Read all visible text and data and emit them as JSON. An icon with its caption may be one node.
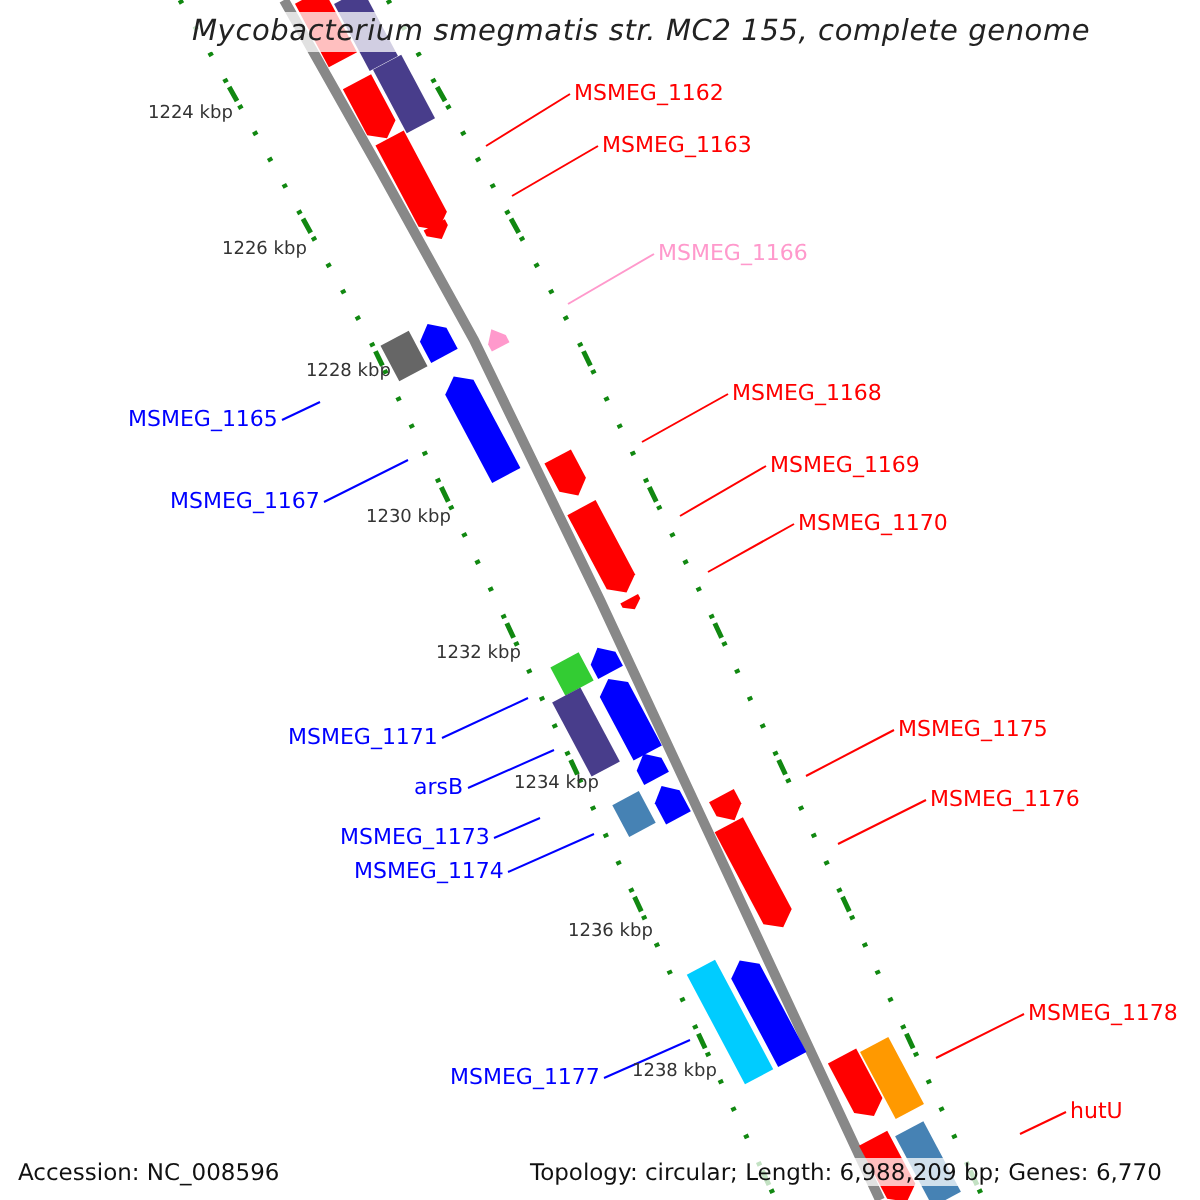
{
  "diagram": {
    "title": "Mycobacterium smegmatis str. MC2 155, complete genome",
    "nodes": [
      {
        "text": [
          "MSMEG_1162"
        ]
      },
      {
        "text": [
          "MSMEG_1163"
        ]
      },
      {
        "text": [
          "MSMEG_1166"
        ]
      },
      {
        "text": [
          "MSMEG_1168"
        ]
      },
      {
        "text": [
          "MSMEG_1165"
        ]
      },
      {
        "text": [
          "MSMEG_1169"
        ]
      },
      {
        "text": [
          "MSMEG_1167"
        ]
      },
      {
        "text": [
          "MSMEG_1170"
        ]
      },
      {
        "text": [
          "MSMEG_1175"
        ]
      },
      {
        "text": [
          "MSMEG_1171"
        ]
      },
      {
        "text": [
          "arsB"
        ]
      },
      {
        "text": [
          "MSMEG_1176"
        ]
      },
      {
        "text": [
          "MSMEG_1173"
        ]
      },
      {
        "text": [
          "MSMEG_1174"
        ]
      },
      {
        "text": [
          "MSMEG_1178"
        ]
      },
      {
        "text": [
          "MSMEG_1177"
        ]
      },
      {
        "text": [
          "hutU"
        ]
      }
    ],
    "edges": [
      {
        "from": 0,
        "to": null,
        "arrow": "none"
      },
      {
        "from": 1,
        "to": null,
        "arrow": "none"
      },
      {
        "from": 2,
        "to": null,
        "arrow": "none",
        "color": "#ff99cc"
      },
      {
        "from": 3,
        "to": null,
        "arrow": "none"
      },
      {
        "from": 4,
        "to": null,
        "arrow": "none",
        "color": "#0000ff"
      },
      {
        "from": 5,
        "to": null,
        "arrow": "none"
      },
      {
        "from": 6,
        "to": null,
        "arrow": "none",
        "color": "#0000ff"
      },
      {
        "from": 7,
        "to": null,
        "arrow": "none"
      },
      {
        "from": 8,
        "to": null,
        "arrow": "none"
      },
      {
        "from": 9,
        "to": null,
        "arrow": "none",
        "color": "#0000ff"
      },
      {
        "from": 10,
        "to": null,
        "arrow": "none",
        "color": "#0000ff"
      },
      {
        "from": 11,
        "to": null,
        "arrow": "none"
      },
      {
        "from": 12,
        "to": null,
        "arrow": "none",
        "color": "#0000ff"
      },
      {
        "from": 13,
        "to": null,
        "arrow": "none",
        "color": "#0000ff"
      },
      {
        "from": 14,
        "to": null,
        "arrow": "none"
      },
      {
        "from": 15,
        "to": null,
        "arrow": "none",
        "color": "#0000ff"
      },
      {
        "from": 16,
        "to": null,
        "arrow": "none"
      }
    ],
    "labels": [
      "1224 kbp",
      "1226 kbp",
      "1228 kbp",
      "1230 kbp",
      "1232 kbp",
      "1234 kbp",
      "1236 kbp",
      "1238 kbp",
      "Accession: NC_008596",
      "Topology: circular; Length: 6,988,209 bp; Genes: 6,770"
    ]
  }
}
